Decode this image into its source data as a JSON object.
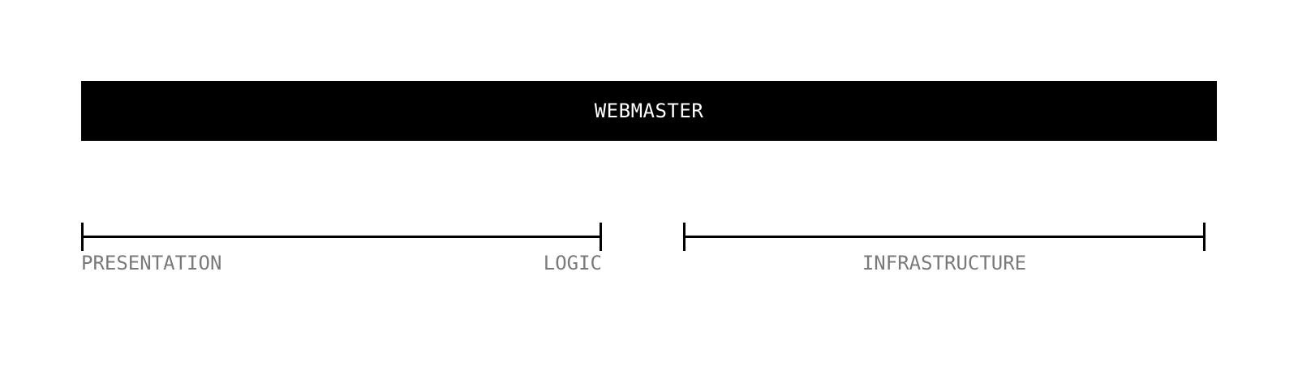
{
  "banner": {
    "label": "WEBMASTER"
  },
  "axes": {
    "left": {
      "start_label": "PRESENTATION",
      "end_label": "LOGIC"
    },
    "right": {
      "center_label": "INFRASTRUCTURE"
    }
  },
  "colors": {
    "background": "#ffffff",
    "banner_bg": "#000000",
    "banner_text": "#ffffff",
    "line": "#000000",
    "label_text": "#7a7a7a"
  }
}
